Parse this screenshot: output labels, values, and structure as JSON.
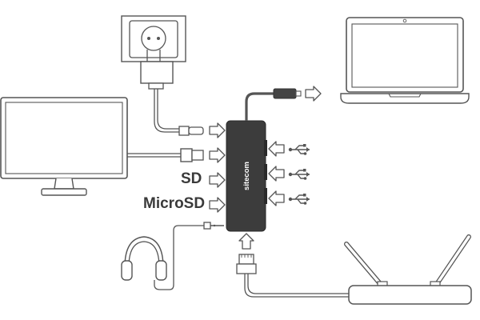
{
  "brand": {
    "name": "sitecom"
  },
  "ports": {
    "sd_label": "SD",
    "microsd_label": "MicroSD"
  },
  "colors": {
    "hub_body": "#3c3c3c",
    "stroke": "#555555",
    "background": "#ffffff"
  },
  "icons": [
    "power-outlet-icon",
    "power-adapter-icon",
    "monitor-icon",
    "laptop-icon",
    "headphones-icon",
    "router-icon",
    "usb-icon",
    "arrow-right-icon",
    "arrow-left-icon",
    "arrow-up-icon"
  ]
}
